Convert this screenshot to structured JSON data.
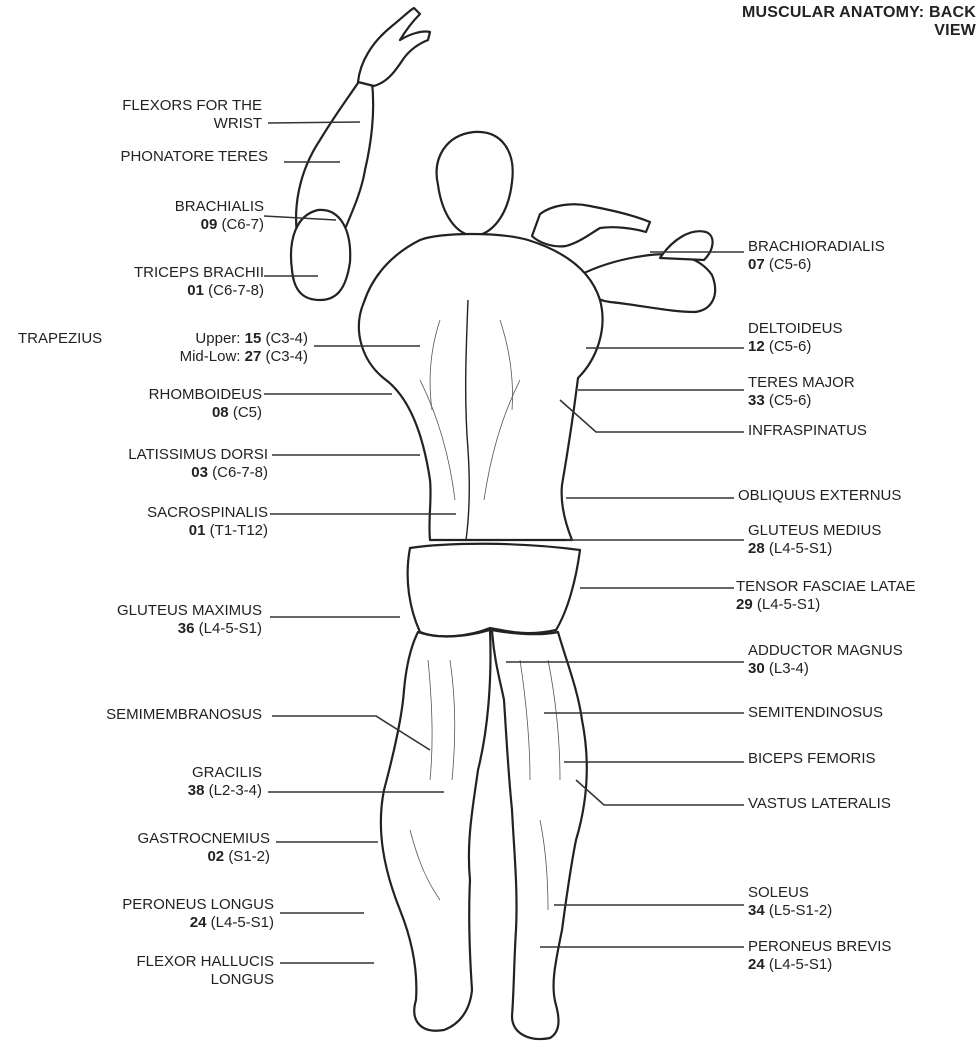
{
  "title": "MUSCULAR ANATOMY: BACK VIEW",
  "labels_left": [
    {
      "name": "FLEXORS FOR THE",
      "line2": "WRIST"
    },
    {
      "name": "PHONATORE TERES"
    },
    {
      "name": "BRACHIALIS",
      "code": "09",
      "root": "(C6-7)"
    },
    {
      "name": "TRICEPS BRACHII",
      "code": "01",
      "root": "(C6-7-8)"
    },
    {
      "name": "TRAPEZIUS",
      "upper_label": "Upper:",
      "upper_code": "15",
      "upper_root": "(C3-4)",
      "mid_label": "Mid-Low:",
      "mid_code": "27",
      "mid_root": "(C3-4)"
    },
    {
      "name": "RHOMBOIDEUS",
      "code": "08",
      "root": "(C5)"
    },
    {
      "name": "LATISSIMUS DORSI",
      "code": "03",
      "root": "(C6-7-8)"
    },
    {
      "name": "SACROSPINALIS",
      "code": "01",
      "root": "(T1-T12)"
    },
    {
      "name": "GLUTEUS MAXIMUS",
      "code": "36",
      "root": "(L4-5-S1)"
    },
    {
      "name": "SEMIMEMBRANOSUS"
    },
    {
      "name": "GRACILIS",
      "code": "38",
      "root": "(L2-3-4)"
    },
    {
      "name": "GASTROCNEMIUS",
      "code": "02",
      "root": "(S1-2)"
    },
    {
      "name": "PERONEUS LONGUS",
      "code": "24",
      "root": "(L4-5-S1)"
    },
    {
      "name": "FLEXOR HALLUCIS",
      "line2": "LONGUS"
    }
  ],
  "labels_right": [
    {
      "name": "BRACHIORADIALIS",
      "code": "07",
      "root": "(C5-6)"
    },
    {
      "name": "DELTOIDEUS",
      "code": "12",
      "root": "(C5-6)"
    },
    {
      "name": "TERES MAJOR",
      "code": "33",
      "root": "(C5-6)"
    },
    {
      "name": "INFRASPINATUS"
    },
    {
      "name": "OBLIQUUS EXTERNUS"
    },
    {
      "name": "GLUTEUS MEDIUS",
      "code": "28",
      "root": "(L4-5-S1)"
    },
    {
      "name": "TENSOR FASCIAE LATAE",
      "code": "29",
      "root": "(L4-5-S1)"
    },
    {
      "name": "ADDUCTOR MAGNUS",
      "code": "30",
      "root": "(L3-4)"
    },
    {
      "name": "SEMITENDINOSUS"
    },
    {
      "name": "BICEPS FEMORIS"
    },
    {
      "name": "VASTUS LATERALIS"
    },
    {
      "name": "SOLEUS",
      "code": "34",
      "root": "(L5-S1-2)"
    },
    {
      "name": "PERONEUS BREVIS",
      "code": "24",
      "root": "(L4-5-S1)"
    }
  ]
}
